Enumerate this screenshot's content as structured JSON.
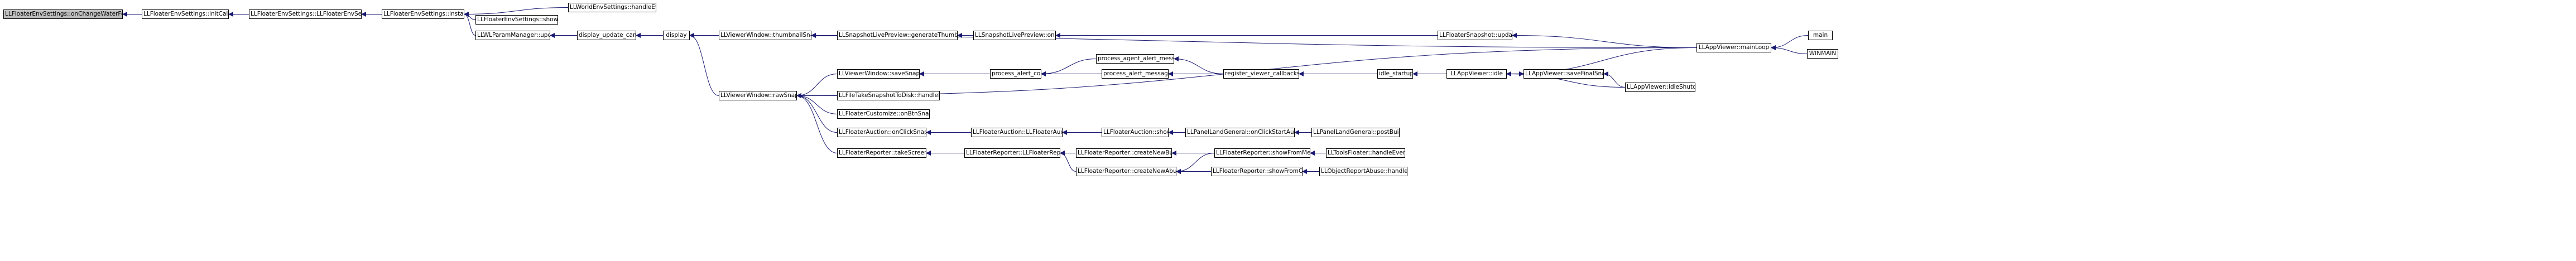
{
  "graph": {
    "nodes": [
      {
        "id": "n0",
        "label": "LLFloaterEnvSettings::onChangeWaterFogDensity",
        "root": true
      },
      {
        "id": "n1",
        "label": "LLFloaterEnvSettings::initCallbacks"
      },
      {
        "id": "n2",
        "label": "LLFloaterEnvSettings::LLFloaterEnvSettings"
      },
      {
        "id": "n3",
        "label": "LLFloaterEnvSettings::instance"
      },
      {
        "id": "n4",
        "label": "LLWorldEnvSettings::handleEvent"
      },
      {
        "id": "n5",
        "label": "LLFloaterEnvSettings::show"
      },
      {
        "id": "n6",
        "label": "LLWLParamManager::update"
      },
      {
        "id": "n7",
        "label": "display_update_camera"
      },
      {
        "id": "n8",
        "label": "display"
      },
      {
        "id": "n9",
        "label": "LLViewerWindow::thumbnailSnapshot"
      },
      {
        "id": "n10",
        "label": "LLSnapshotLivePreview::generateThumbnailImage"
      },
      {
        "id": "n11",
        "label": "LLSnapshotLivePreview::onIdle"
      },
      {
        "id": "n12",
        "label": "LLFloaterSnapshot::update"
      },
      {
        "id": "n13",
        "label": "LLAppViewer::mainLoop"
      },
      {
        "id": "n14",
        "label": "main"
      },
      {
        "id": "n15",
        "label": "WINMAIN"
      },
      {
        "id": "n16",
        "label": "LLViewerWindow::rawSnapshot"
      },
      {
        "id": "n17",
        "label": "LLViewerWindow::saveSnapshot"
      },
      {
        "id": "n18",
        "label": "process_alert_core"
      },
      {
        "id": "n19",
        "label": "process_agent_alert_message"
      },
      {
        "id": "n20",
        "label": "process_alert_message"
      },
      {
        "id": "n21",
        "label": "register_viewer_callbacks"
      },
      {
        "id": "n22",
        "label": "idle_startup"
      },
      {
        "id": "n23",
        "label": "LLAppViewer::idle"
      },
      {
        "id": "n24",
        "label": "LLAppViewer::saveFinalSnapshot"
      },
      {
        "id": "n25",
        "label": "LLAppViewer::idleShutdown"
      },
      {
        "id": "n26",
        "label": "LLFileTakeSnapshotToDisk::handleEvent"
      },
      {
        "id": "n27",
        "label": "LLFloaterCustomize::onBtnSnapshot"
      },
      {
        "id": "n28",
        "label": "LLFloaterAuction::onClickSnapshot"
      },
      {
        "id": "n29",
        "label": "LLFloaterAuction::LLFloaterAuction"
      },
      {
        "id": "n30",
        "label": "LLFloaterAuction::show"
      },
      {
        "id": "n31",
        "label": "LLPanelLandGeneral::onClickStartAuction"
      },
      {
        "id": "n32",
        "label": "LLPanelLandGeneral::postBuild"
      },
      {
        "id": "n33",
        "label": "LLFloaterReporter::takeScreenshot"
      },
      {
        "id": "n34",
        "label": "LLFloaterReporter::LLFloaterReporter"
      },
      {
        "id": "n35",
        "label": "LLFloaterReporter::createNewBugReporter"
      },
      {
        "id": "n36",
        "label": "LLFloaterReporter::showFromMenu"
      },
      {
        "id": "n37",
        "label": "LLToolsFloater::handleEvent"
      },
      {
        "id": "n38",
        "label": "LLFloaterReporter::createNewAbuseReporter"
      },
      {
        "id": "n39",
        "label": "LLFloaterReporter::showFromObject"
      },
      {
        "id": "n40",
        "label": "LLObjectReportAbuse::handleEvent"
      }
    ],
    "edges": [
      [
        "n1",
        "n0"
      ],
      [
        "n2",
        "n1"
      ],
      [
        "n3",
        "n2"
      ],
      [
        "n4",
        "n3"
      ],
      [
        "n5",
        "n3"
      ],
      [
        "n6",
        "n3"
      ],
      [
        "n7",
        "n6"
      ],
      [
        "n8",
        "n7"
      ],
      [
        "n9",
        "n8"
      ],
      [
        "n10",
        "n9"
      ],
      [
        "n11",
        "n10"
      ],
      [
        "n11",
        "n8"
      ],
      [
        "n12",
        "n11"
      ],
      [
        "n13",
        "n12"
      ],
      [
        "n13",
        "n8"
      ],
      [
        "n14",
        "n13"
      ],
      [
        "n15",
        "n13"
      ],
      [
        "n16",
        "n8"
      ],
      [
        "n17",
        "n16"
      ],
      [
        "n18",
        "n17"
      ],
      [
        "n19",
        "n18"
      ],
      [
        "n20",
        "n18"
      ],
      [
        "n21",
        "n19"
      ],
      [
        "n21",
        "n20"
      ],
      [
        "n22",
        "n21"
      ],
      [
        "n23",
        "n22"
      ],
      [
        "n13",
        "n23"
      ],
      [
        "n24",
        "n17"
      ],
      [
        "n23",
        "n24"
      ],
      [
        "n25",
        "n24"
      ],
      [
        "n25",
        "n23"
      ],
      [
        "n13",
        "n16"
      ],
      [
        "n26",
        "n16"
      ],
      [
        "n27",
        "n16"
      ],
      [
        "n28",
        "n16"
      ],
      [
        "n29",
        "n28"
      ],
      [
        "n30",
        "n29"
      ],
      [
        "n31",
        "n30"
      ],
      [
        "n32",
        "n31"
      ],
      [
        "n33",
        "n16"
      ],
      [
        "n34",
        "n33"
      ],
      [
        "n35",
        "n34"
      ],
      [
        "n36",
        "n35"
      ],
      [
        "n37",
        "n36"
      ],
      [
        "n38",
        "n34"
      ],
      [
        "n36",
        "n38"
      ],
      [
        "n39",
        "n38"
      ],
      [
        "n40",
        "n39"
      ]
    ],
    "colors": {
      "root_fill": "#bfbfbf",
      "node_fill": "#ffffff",
      "edge": "#191970",
      "border": "#000000"
    }
  }
}
